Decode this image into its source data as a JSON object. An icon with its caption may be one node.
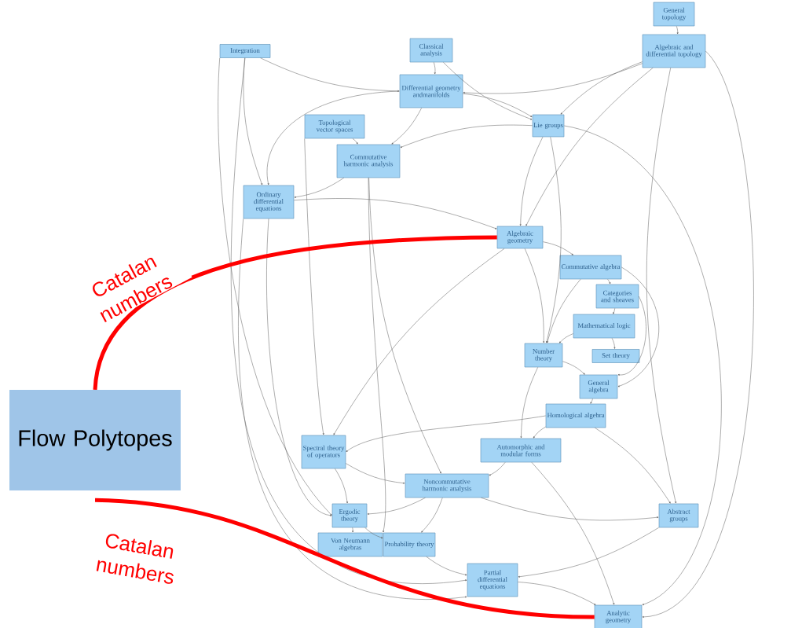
{
  "diagram": {
    "nodes": [
      {
        "text": [
          "Flow Polytopes"
        ]
      },
      {
        "text": [
          "Integration"
        ]
      },
      {
        "text": [
          "Classical analysis"
        ]
      },
      {
        "text": [
          "General topology"
        ]
      },
      {
        "text": [
          "Algebraic and differential topology"
        ]
      },
      {
        "text": [
          "Differential geometry andmanifolds"
        ]
      },
      {
        "text": [
          "Lie groups"
        ]
      },
      {
        "text": [
          "Topological vector spaces"
        ]
      },
      {
        "text": [
          "Commutative harmonic analysis"
        ]
      },
      {
        "text": [
          "Ordinary differential equations"
        ]
      },
      {
        "text": [
          "Algebraic geometry"
        ]
      },
      {
        "text": [
          "Commutative algebra"
        ]
      },
      {
        "text": [
          "Categories and sheaves"
        ]
      },
      {
        "text": [
          "Mathematical logic"
        ]
      },
      {
        "text": [
          "Set theory"
        ]
      },
      {
        "text": [
          "Number theory"
        ]
      },
      {
        "text": [
          "General algebra"
        ]
      },
      {
        "text": [
          "Homological algebra"
        ]
      },
      {
        "text": [
          "Spectral theory of operators"
        ]
      },
      {
        "text": [
          "Automorphic and modular forms"
        ]
      },
      {
        "text": [
          "Noncommutative harmonic analysis"
        ]
      },
      {
        "text": [
          "Ergodic theory"
        ]
      },
      {
        "text": [
          "Von Neumann algebras"
        ]
      },
      {
        "text": [
          "Probability theory"
        ]
      },
      {
        "text": [
          "Abstract groups"
        ]
      },
      {
        "text": [
          "Partial differential equations"
        ]
      },
      {
        "text": [
          "Analytic geometry"
        ]
      }
    ],
    "edges": [
      {
        "from": 1,
        "to": 5,
        "arrow": "to"
      },
      {
        "from": 1,
        "to": 9,
        "arrow": "to"
      },
      {
        "from": 1,
        "to": 21,
        "arrow": "to"
      },
      {
        "from": 1,
        "to": 25,
        "arrow": "to"
      },
      {
        "from": 2,
        "to": 5,
        "arrow": "to"
      },
      {
        "from": 2,
        "to": 6,
        "arrow": "to"
      },
      {
        "from": 3,
        "to": 4,
        "arrow": "to"
      },
      {
        "from": 4,
        "to": 5,
        "arrow": "to"
      },
      {
        "from": 4,
        "to": 6,
        "arrow": "to"
      },
      {
        "from": 4,
        "to": 10,
        "arrow": "to"
      },
      {
        "from": 4,
        "to": 24,
        "arrow": "to"
      },
      {
        "from": 4,
        "to": 26,
        "arrow": "to"
      },
      {
        "from": 5,
        "to": 6,
        "arrow": "to"
      },
      {
        "from": 5,
        "to": 9,
        "arrow": "to"
      },
      {
        "from": 5,
        "to": 8,
        "arrow": "to"
      },
      {
        "from": 6,
        "to": 8,
        "arrow": "to"
      },
      {
        "from": 6,
        "to": 10,
        "arrow": "to"
      },
      {
        "from": 6,
        "to": 15,
        "arrow": "to"
      },
      {
        "from": 6,
        "to": 26,
        "arrow": "to"
      },
      {
        "from": 7,
        "to": 8,
        "arrow": "to"
      },
      {
        "from": 7,
        "to": 18,
        "arrow": "to"
      },
      {
        "from": 8,
        "to": 9,
        "arrow": "to"
      },
      {
        "from": 8,
        "to": 23,
        "arrow": "to"
      },
      {
        "from": 8,
        "to": 20,
        "arrow": "to"
      },
      {
        "from": 9,
        "to": 10,
        "arrow": "to"
      },
      {
        "from": 9,
        "to": 21,
        "arrow": "to"
      },
      {
        "from": 9,
        "to": 25,
        "arrow": "to"
      },
      {
        "from": 10,
        "to": 11,
        "arrow": "to"
      },
      {
        "from": 10,
        "to": 15,
        "arrow": "to"
      },
      {
        "from": 10,
        "to": 18,
        "arrow": "to"
      },
      {
        "from": 11,
        "to": 12,
        "arrow": "to"
      },
      {
        "from": 11,
        "to": 15,
        "arrow": "to"
      },
      {
        "from": 11,
        "to": 16,
        "arrow": "to"
      },
      {
        "from": 12,
        "to": 13,
        "arrow": "to"
      },
      {
        "from": 12,
        "to": 16,
        "arrow": "to"
      },
      {
        "from": 13,
        "to": 14,
        "arrow": "to"
      },
      {
        "from": 13,
        "to": 15,
        "arrow": "to"
      },
      {
        "from": 15,
        "to": 16,
        "arrow": "to"
      },
      {
        "from": 15,
        "to": 19,
        "arrow": "to"
      },
      {
        "from": 16,
        "to": 17,
        "arrow": "to"
      },
      {
        "from": 17,
        "to": 19,
        "arrow": "to"
      },
      {
        "from": 17,
        "to": 24,
        "arrow": "to"
      },
      {
        "from": 17,
        "to": 18,
        "arrow": "to"
      },
      {
        "from": 18,
        "to": 20,
        "arrow": "to"
      },
      {
        "from": 18,
        "to": 21,
        "arrow": "to"
      },
      {
        "from": 19,
        "to": 20,
        "arrow": "to"
      },
      {
        "from": 19,
        "to": 26,
        "arrow": "to"
      },
      {
        "from": 20,
        "to": 21,
        "arrow": "to"
      },
      {
        "from": 20,
        "to": 23,
        "arrow": "to"
      },
      {
        "from": 20,
        "to": 24,
        "arrow": "to"
      },
      {
        "from": 21,
        "to": 22,
        "arrow": "to"
      },
      {
        "from": 21,
        "to": 23,
        "arrow": "to"
      },
      {
        "from": 23,
        "to": 25,
        "arrow": "to"
      },
      {
        "from": 24,
        "to": 25,
        "arrow": "to"
      },
      {
        "from": 25,
        "to": 26,
        "arrow": "to"
      },
      {
        "from": 0,
        "to": 10,
        "arrow": "none",
        "label": "Catalan numbers",
        "style": "thick",
        "color": "#ff0000"
      },
      {
        "from": 0,
        "to": 26,
        "arrow": "none",
        "label": "Catalan numbers",
        "style": "thick",
        "color": "#ff0000"
      }
    ]
  }
}
